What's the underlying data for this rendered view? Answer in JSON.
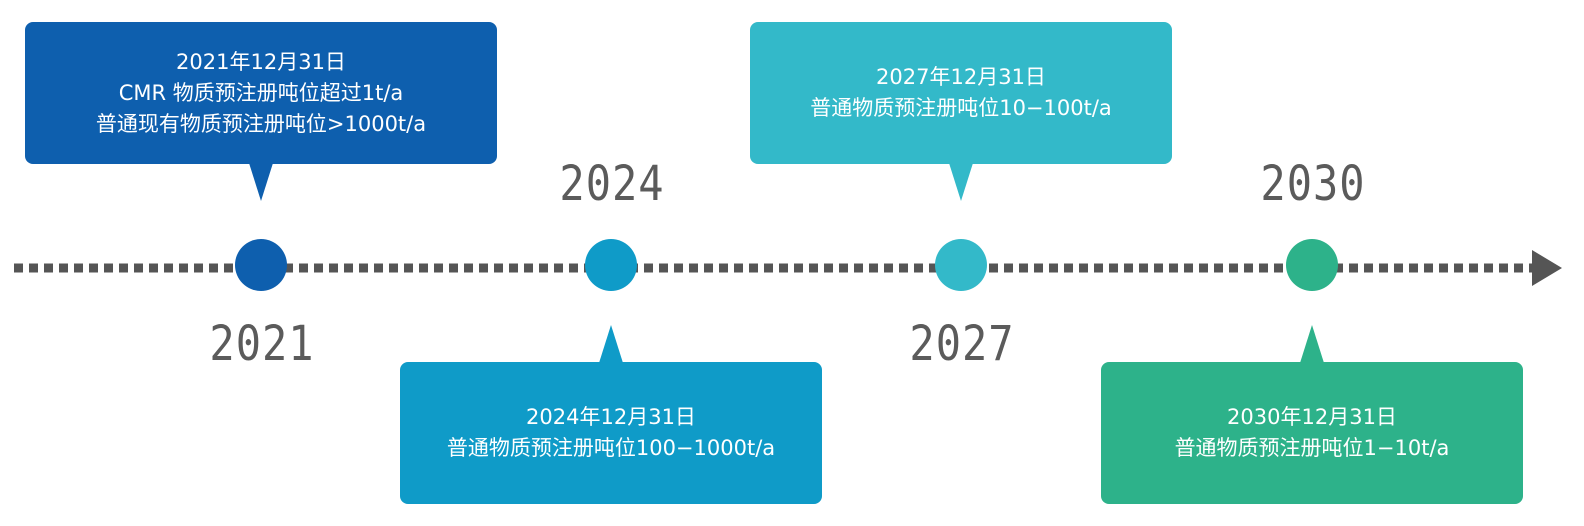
{
  "milestones": [
    {
      "year": "2021",
      "color": "#0e5fae",
      "lines": [
        "2021年12月31日",
        "CMR 物质预注册吨位超过1t/a",
        "普通现有物质预注册吨位>1000t/a"
      ],
      "callout_position": "above",
      "year_label_position": "below"
    },
    {
      "year": "2024",
      "color": "#0f9bc8",
      "lines": [
        "2024年12月31日",
        "普通物质预注册吨位100−1000t/a"
      ],
      "callout_position": "below",
      "year_label_position": "above"
    },
    {
      "year": "2027",
      "color": "#33b9c9",
      "lines": [
        "2027年12月31日",
        "普通物质预注册吨位10−100t/a"
      ],
      "callout_position": "above",
      "year_label_position": "below"
    },
    {
      "year": "2030",
      "color": "#2db28a",
      "lines": [
        "2030年12月31日",
        "普通物质预注册吨位1−10t/a"
      ],
      "callout_position": "below",
      "year_label_position": "above"
    }
  ],
  "axis": {
    "color": "#555555",
    "style": "dotted",
    "arrow": "right"
  }
}
